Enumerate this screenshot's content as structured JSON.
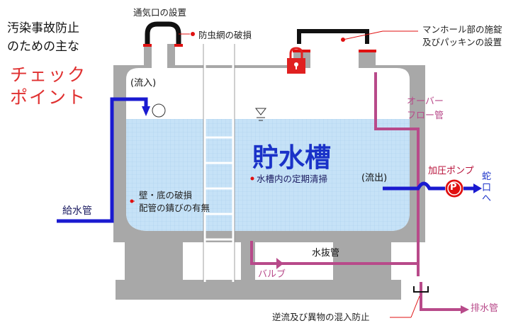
{
  "heading_line1": "汚染事故防止",
  "heading_line2": "のための主な",
  "subheading_line1": "チェック",
  "subheading_line2": "ポイント",
  "labels": {
    "vent": "通気口の設置",
    "insect_screen": "防虫網の破損",
    "manhole_line1": "マンホール部の施錠",
    "manhole_line2": "及びパッキンの設置",
    "inflow": "(流入)",
    "overflow_line1": "オーバー",
    "overflow_line2": "フロー管",
    "tank_title": "貯水槽",
    "cleaning": "水槽内の定期清掃",
    "outflow": "(流出)",
    "pump": "加圧ポンプ",
    "pump_symbol": "P",
    "faucet": "蛇口へ",
    "wall_damage_line1": "壁・底の破損",
    "wall_damage_line2": "配管の錆びの有無",
    "supply_pipe": "給水管",
    "drain_pipe": "水抜管",
    "valve": "バルブ",
    "discharge_pipe": "排水管",
    "backflow": "逆流及び異物の混入防止"
  },
  "colors": {
    "concrete": "#a8a8a8",
    "water": "#c6e2f7",
    "supply_blue": "#1a1ad0",
    "overflow_pink": "#b84a8a",
    "marker_red": "#e01010",
    "lock_red": "#e02020"
  }
}
